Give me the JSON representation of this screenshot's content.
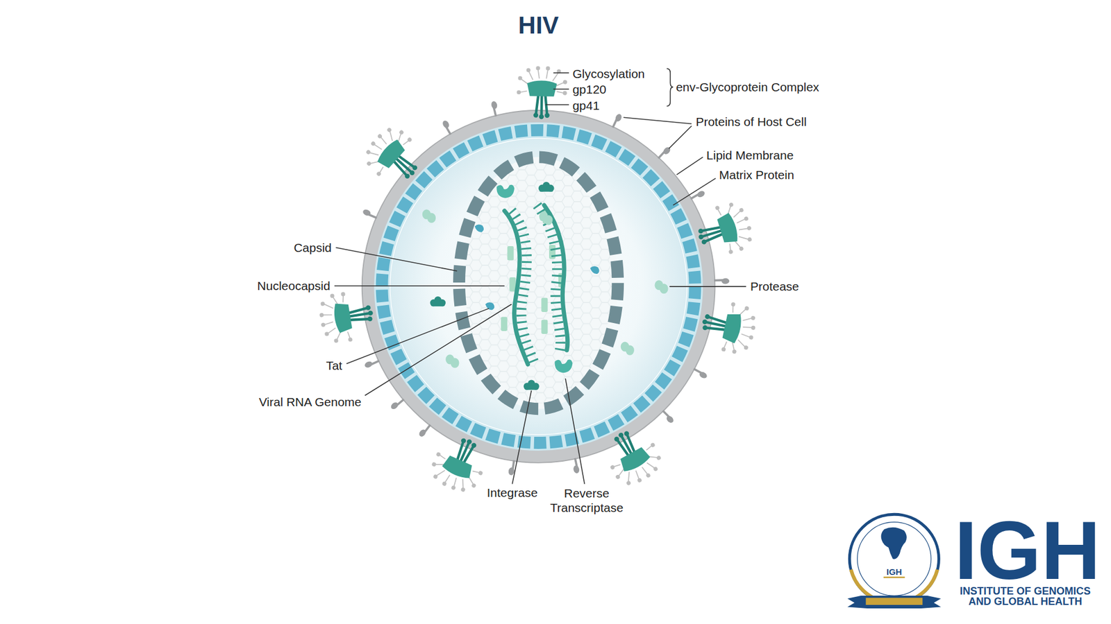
{
  "diagram": {
    "title": "HIV",
    "labels": [
      "Glycosylation",
      "gp120",
      "gp41",
      "env-Glycoprotein Complex",
      "Proteins of Host Cell",
      "Lipid Membrane",
      "Matrix Protein",
      "Capsid",
      "Nucleocapsid",
      "Protease",
      "Tat",
      "Viral RNA Genome",
      "Integrase",
      "Reverse Transcriptase",
      "IGH",
      "IGH",
      "INSTITUTE OF GENOMICS AND GLOBAL HEALTH"
    ]
  }
}
